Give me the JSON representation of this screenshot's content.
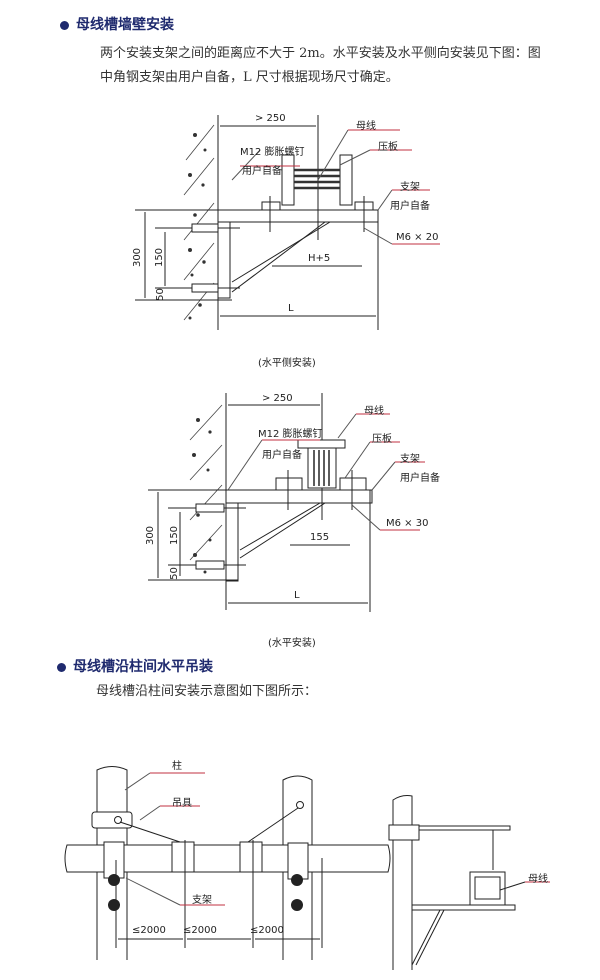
{
  "section1": {
    "heading": "母线槽墙壁安装",
    "paragraph_line1": "两个安装支架之间的距离应不大于 2m。水平安装及水平侧向安装见下图：图",
    "paragraph_line2": "中角钢支架由用户自备，L 尺寸根据现场尺寸确定。"
  },
  "diagram1": {
    "dim_top": "> 250",
    "busbar": "母线",
    "clamp_plate": "压板",
    "bolt": "M12 膨胀螺钉",
    "bolt_note": "用户自备",
    "bracket": "支架",
    "bracket_note": "用户自备",
    "screw": "M6 × 20",
    "dim_mid": "H+5",
    "dim_L": "L",
    "dim_300": "300",
    "dim_150": "150",
    "dim_50": "50",
    "caption": "(水平侧安装)"
  },
  "diagram2": {
    "dim_top": "> 250",
    "busbar": "母线",
    "clamp_plate": "压板",
    "bolt": "M12 膨胀螺钉",
    "bolt_note": "用户自备",
    "bracket": "支架",
    "bracket_note": "用户自备",
    "screw": "M6 × 30",
    "dim_mid": "155",
    "dim_L": "L",
    "dim_300": "300",
    "dim_150": "150",
    "dim_50": "50",
    "caption": "(水平安装)"
  },
  "section2": {
    "heading": "母线槽沿柱间水平吊装",
    "paragraph": "母线槽沿柱间安装示意图如下图所示："
  },
  "diagram3": {
    "column": "柱",
    "hanger": "吊具",
    "bracket": "支架",
    "spacing": [
      "≤2000",
      "≤2000",
      "≤2000"
    ],
    "busbar": "母线"
  },
  "colors": {
    "heading": "#1f2a6e",
    "leader": "#c03040"
  }
}
